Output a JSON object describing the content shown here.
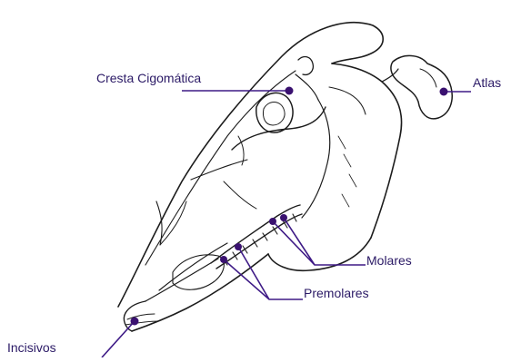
{
  "colors": {
    "label_text": "#2b1a66",
    "leader": "#3e1a86",
    "marker": "#3a1170",
    "outline": "#1c1c1c"
  },
  "labels": {
    "cresta": "Cresta Cigomática",
    "atlas": "Atlas",
    "molares": "Molares",
    "premolares": "Premolares",
    "incisivos": "Incisivos"
  }
}
